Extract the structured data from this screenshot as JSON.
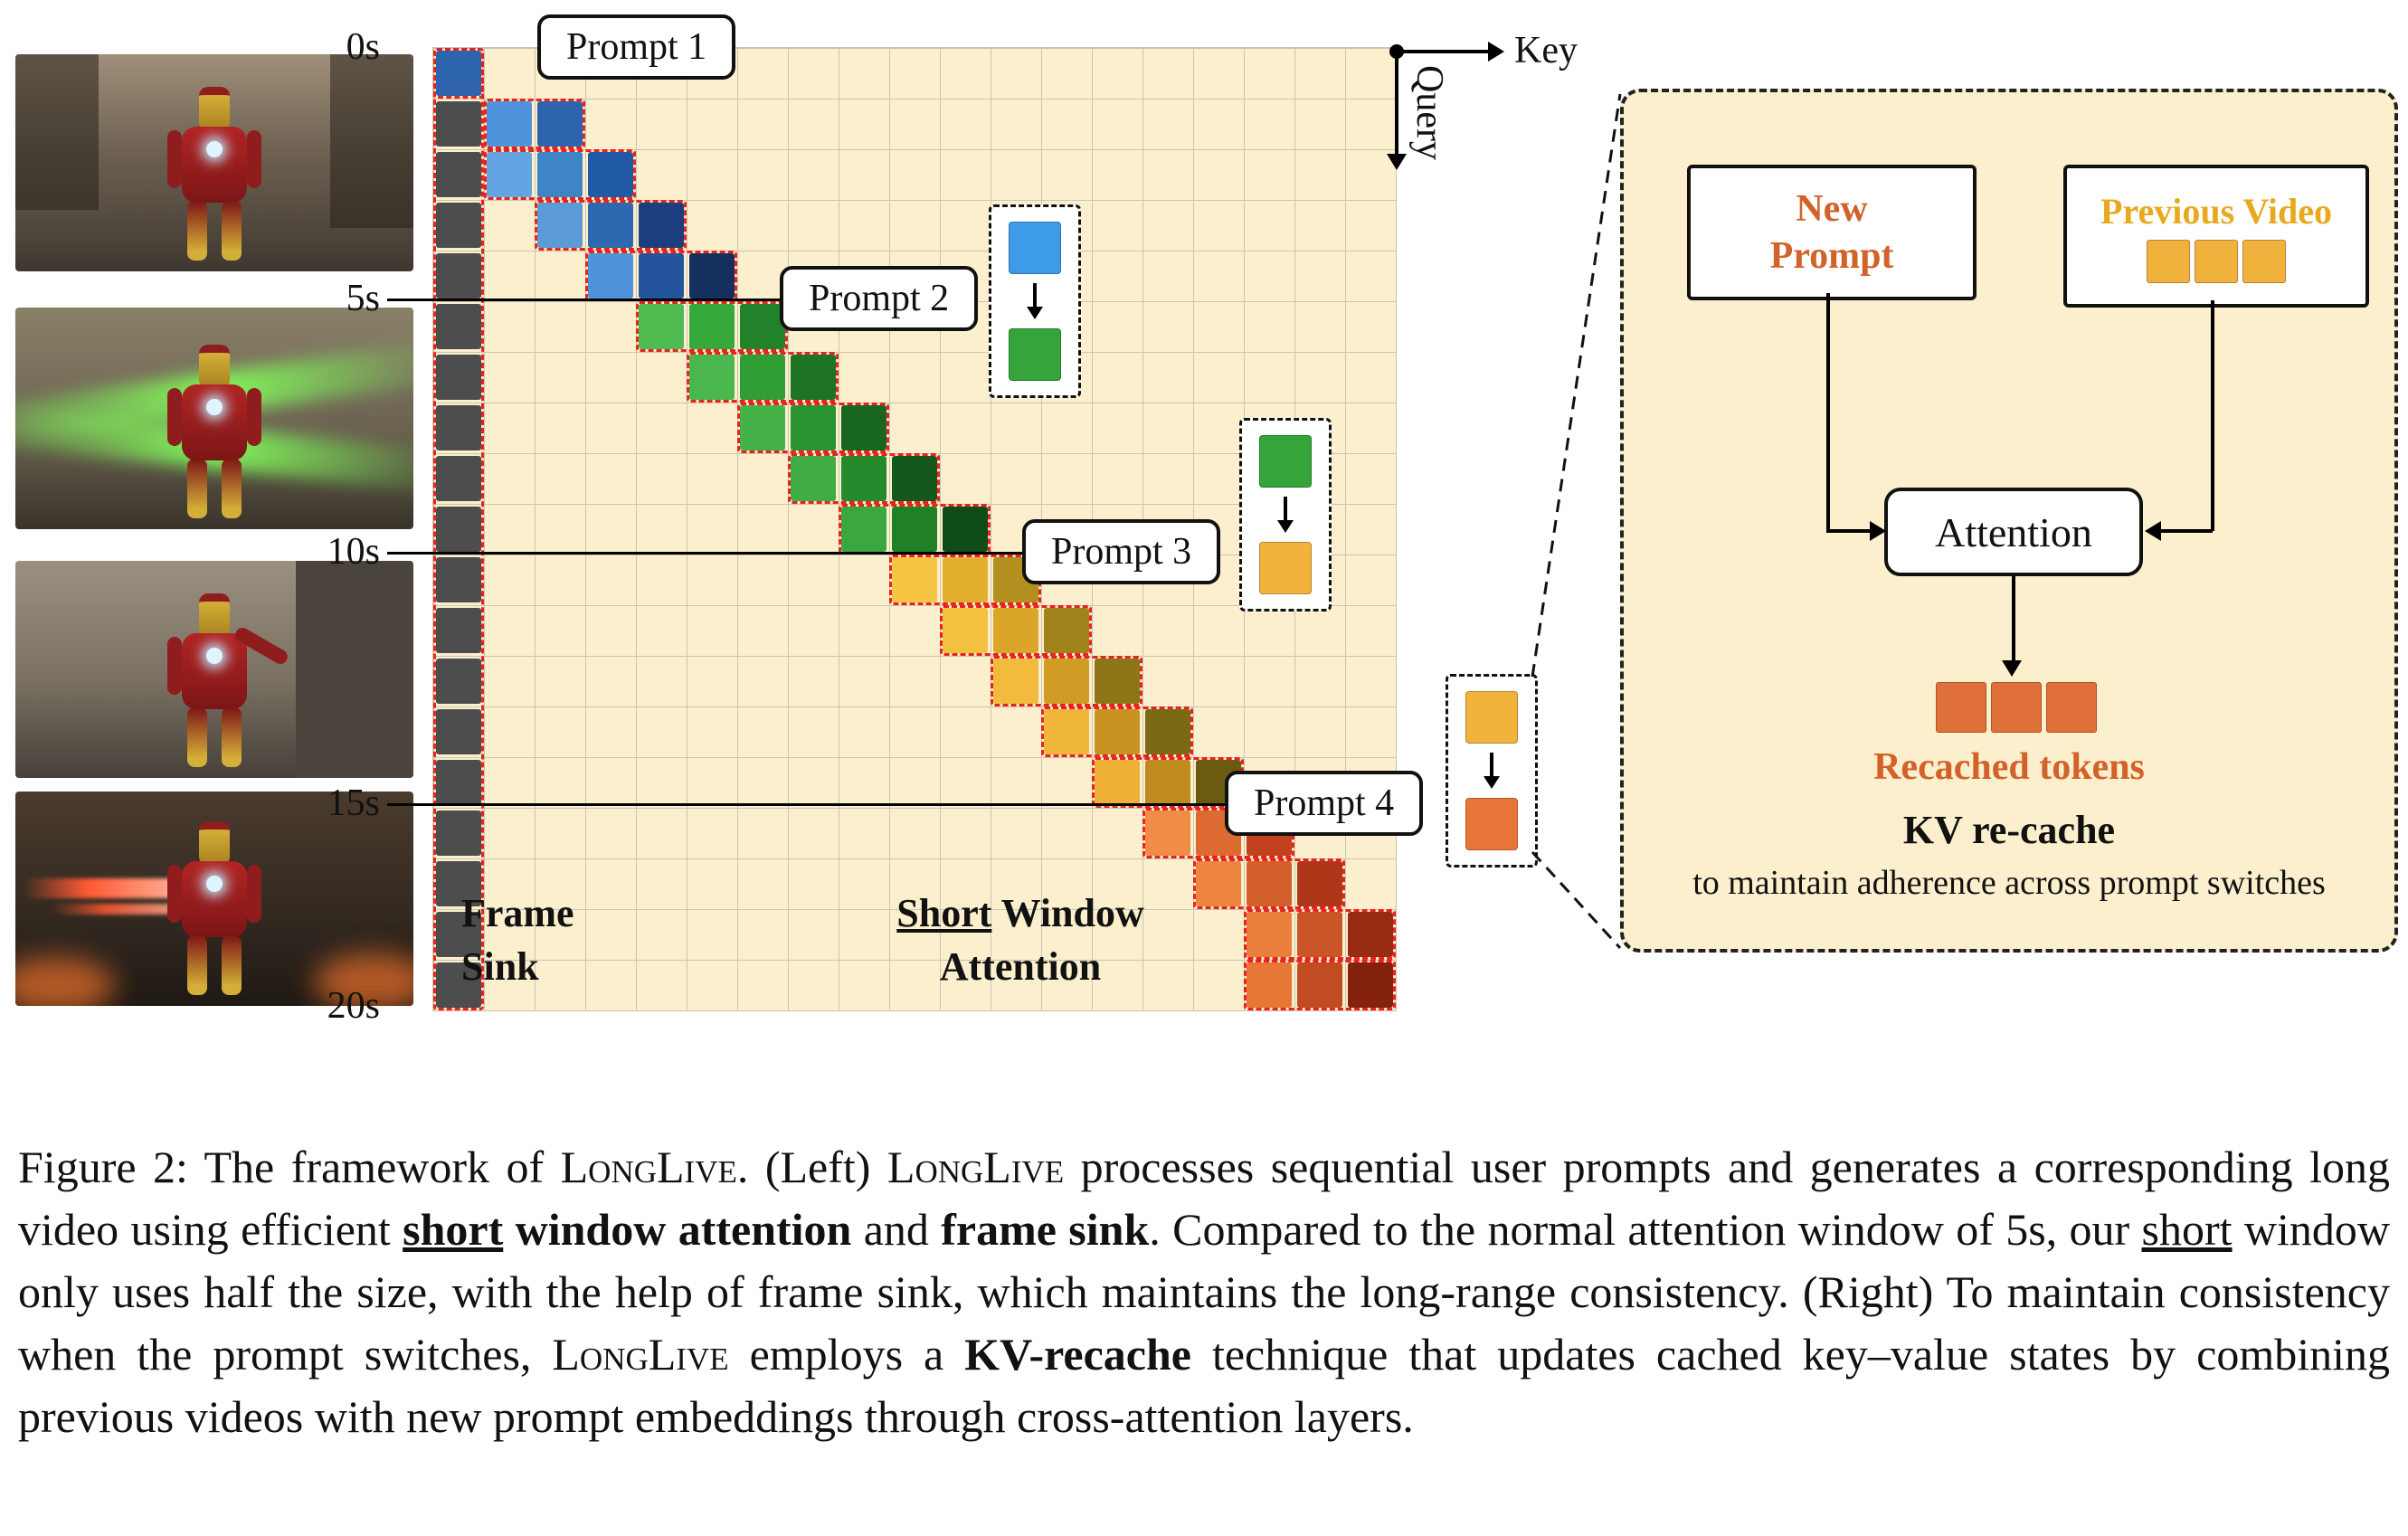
{
  "figure": {
    "timestamps": [
      "0s",
      "5s",
      "10s",
      "15s",
      "20s"
    ],
    "prompts": [
      "Prompt 1",
      "Prompt 2",
      "Prompt 3",
      "Prompt 4"
    ],
    "axis": {
      "key": "Key",
      "query": "Query"
    },
    "labels": {
      "frame_sink_line1": "Frame",
      "frame_sink_line2": "Sink",
      "swa_underlined": "Short",
      "swa_rest": " Window",
      "swa_line2": "Attention"
    },
    "matrix": {
      "rows": 19,
      "cols": 19,
      "cell": 56,
      "bg": "#FBEFCD",
      "grid_color": "#C9C5B4",
      "outline_color": "#E8231D",
      "sink_color": "#4D4D4D",
      "band_rows": [
        {
          "r": 0,
          "s": 0,
          "cells": [
            "#2E64AE"
          ]
        },
        {
          "r": 1,
          "s": 1,
          "cells": [
            "#4F93DC",
            "#2E64AE"
          ]
        },
        {
          "r": 2,
          "s": 1,
          "cells": [
            "#63A5E3",
            "#3D85C6",
            "#2059A5"
          ]
        },
        {
          "r": 3,
          "s": 2,
          "cells": [
            "#5B9BD5",
            "#2E68B0",
            "#1A3E7E"
          ]
        },
        {
          "r": 4,
          "s": 3,
          "cells": [
            "#4F93DC",
            "#24549E",
            "#15305F"
          ]
        },
        {
          "r": 5,
          "s": 4,
          "cells": [
            "#4FBC52",
            "#35A93A",
            "#22822A"
          ]
        },
        {
          "r": 6,
          "s": 5,
          "cells": [
            "#4AB74E",
            "#2F9E35",
            "#1D7424"
          ]
        },
        {
          "r": 7,
          "s": 6,
          "cells": [
            "#45B249",
            "#2A9430",
            "#18661F"
          ]
        },
        {
          "r": 8,
          "s": 7,
          "cells": [
            "#40AC44",
            "#258A2B",
            "#14591B"
          ]
        },
        {
          "r": 9,
          "s": 8,
          "cells": [
            "#3BA73F",
            "#208026",
            "#104C17"
          ]
        },
        {
          "r": 10,
          "s": 9,
          "cells": [
            "#F6C544",
            "#E3AE2D",
            "#B28F1F"
          ]
        },
        {
          "r": 11,
          "s": 10,
          "cells": [
            "#F4C040",
            "#DAA528",
            "#A0831C"
          ]
        },
        {
          "r": 12,
          "s": 11,
          "cells": [
            "#F2BB3D",
            "#D19C25",
            "#8E7618"
          ]
        },
        {
          "r": 13,
          "s": 12,
          "cells": [
            "#F0B639",
            "#C89321",
            "#7C6915"
          ]
        },
        {
          "r": 14,
          "s": 13,
          "cells": [
            "#EEB136",
            "#BF8A1E",
            "#6A5B11"
          ]
        },
        {
          "r": 15,
          "s": 14,
          "cells": [
            "#F08C46",
            "#DC6A31",
            "#C2411E"
          ]
        },
        {
          "r": 16,
          "s": 15,
          "cells": [
            "#ED8541",
            "#D3602C",
            "#AD3618"
          ]
        },
        {
          "r": 17,
          "s": 16,
          "cells": [
            "#EA7E3C",
            "#CA5627",
            "#982C13"
          ]
        },
        {
          "r": 18,
          "s": 16,
          "cells": [
            "#E77737",
            "#C14C22",
            "#83220E"
          ]
        }
      ]
    },
    "transitions": [
      {
        "from": "#3D9BE9",
        "to": "#35A43B"
      },
      {
        "from": "#35A43B",
        "to": "#F2B33D"
      },
      {
        "from": "#F2B33D",
        "to": "#E8763B"
      }
    ],
    "recache_panel": {
      "new_prompt": "New Prompt",
      "previous_video": "Previous Video",
      "attention": "Attention",
      "recached_tokens": "Recached tokens",
      "kv_recache": "KV re-cache",
      "subtitle": "to maintain adherence across prompt switches",
      "new_prompt_color": "#D2622A",
      "previous_video_color": "#E9A91F",
      "prev_token_color": "#F0B23C",
      "token_color": "#E0703A",
      "recached_color": "#D2622A"
    }
  },
  "caption": {
    "runs": [
      {
        "t": "Figure 2: ",
        "c": ""
      },
      {
        "t": "The framework of ",
        "c": ""
      },
      {
        "t": "LongLive",
        "c": "sc"
      },
      {
        "t": ". (Left) ",
        "c": ""
      },
      {
        "t": "LongLive",
        "c": "sc"
      },
      {
        "t": " processes sequential user prompts and generates a corresponding long video using efficient ",
        "c": ""
      },
      {
        "t": "short",
        "c": "bu"
      },
      {
        "t": " window attention",
        "c": "b"
      },
      {
        "t": " and ",
        "c": ""
      },
      {
        "t": "frame sink",
        "c": "b"
      },
      {
        "t": ". Compared to the normal attention window of 5s, our ",
        "c": ""
      },
      {
        "t": "short",
        "c": "u"
      },
      {
        "t": " window only uses half the size, with the help of frame sink, which maintains the long-range consistency. (Right) To maintain consistency when the prompt switches, ",
        "c": ""
      },
      {
        "t": "LongLive",
        "c": "sc"
      },
      {
        "t": " employs a ",
        "c": ""
      },
      {
        "t": "KV-recache",
        "c": "b"
      },
      {
        "t": " technique that updates cached key–value states by combining previous videos with new prompt embeddings through cross-attention layers.",
        "c": ""
      }
    ]
  }
}
